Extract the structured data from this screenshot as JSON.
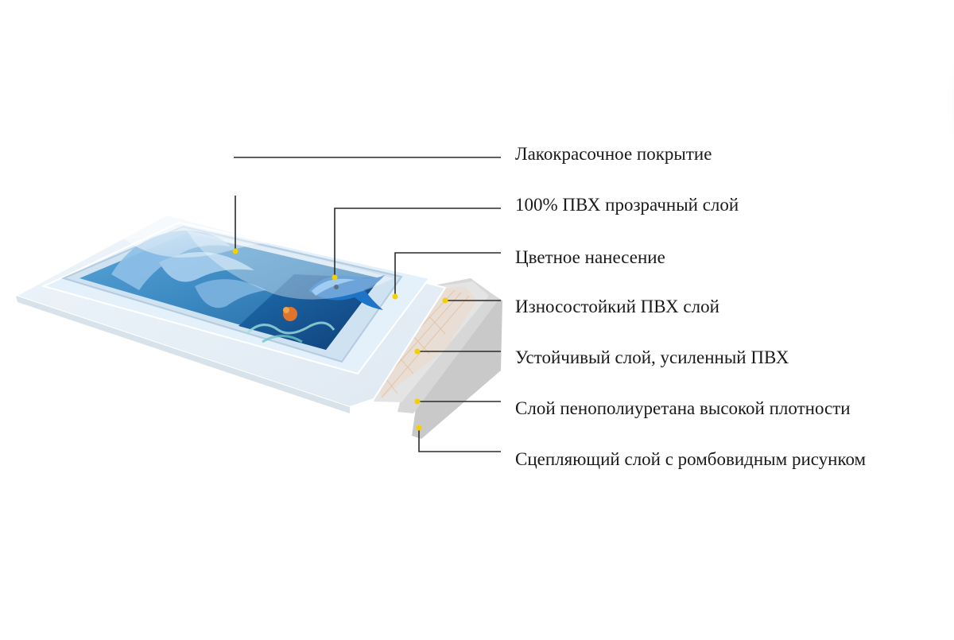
{
  "layers": [
    {
      "label": "Лакокрасочное покрытие"
    },
    {
      "label": "100% ПВХ прозрачный слой"
    },
    {
      "label": "Цветное нанесение"
    },
    {
      "label": "Износостойкий ПВХ слой"
    },
    {
      "label": "Устойчивый слой, усиленный ПВХ"
    },
    {
      "label": "Слой пенополиуретана высокой плотности"
    },
    {
      "label": "Сцепляющий слой с ромбовидным рисунком"
    }
  ],
  "colors": {
    "leader_line": "#2a2a2a",
    "marker_dot": "#f4d000",
    "label_text": "#1a1a1a"
  }
}
